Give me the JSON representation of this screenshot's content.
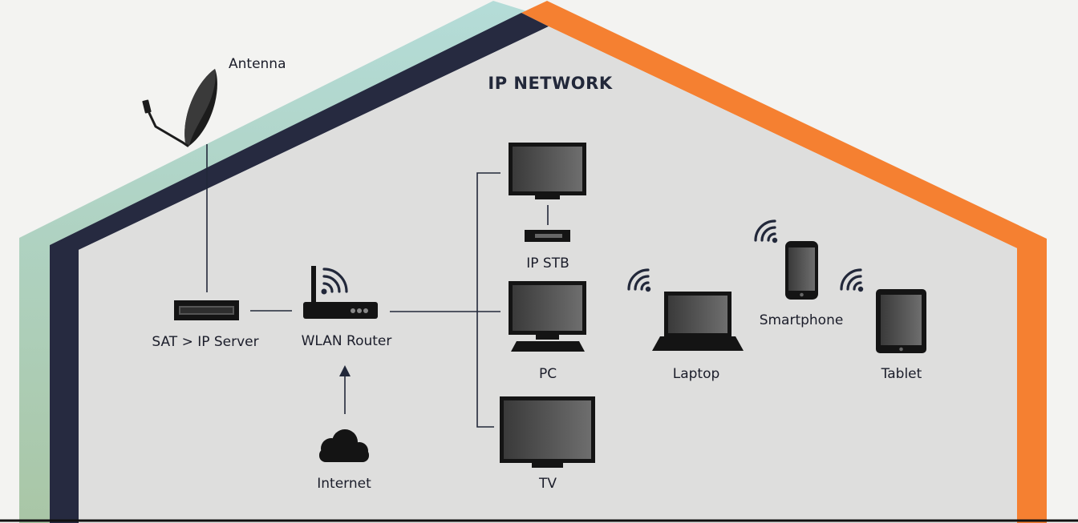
{
  "title": "IP NETWORK",
  "labels": {
    "antenna": "Antenna",
    "sat_ip_server": "SAT > IP Server",
    "wlan_router": "WLAN Router",
    "internet": "Internet",
    "ip_stb": "IP STB",
    "pc": "PC",
    "tv": "TV",
    "laptop": "Laptop",
    "smartphone": "Smartphone",
    "tablet": "Tablet"
  },
  "colors": {
    "background": "#f3f3f1",
    "house_interior": "#dededd",
    "wall_teal": "#b2dbd6",
    "wall_navy": "#262a40",
    "wall_orange": "#f58031",
    "device_dark": "#141414",
    "line": "#22283a"
  },
  "icons": [
    "satellite-dish-icon",
    "server-box-icon",
    "router-icon",
    "cloud-icon",
    "monitor-icon",
    "set-top-box-icon",
    "keyboard-icon",
    "laptop-icon",
    "smartphone-icon",
    "tablet-icon",
    "wifi-signal-icon",
    "arrow-up-icon"
  ]
}
